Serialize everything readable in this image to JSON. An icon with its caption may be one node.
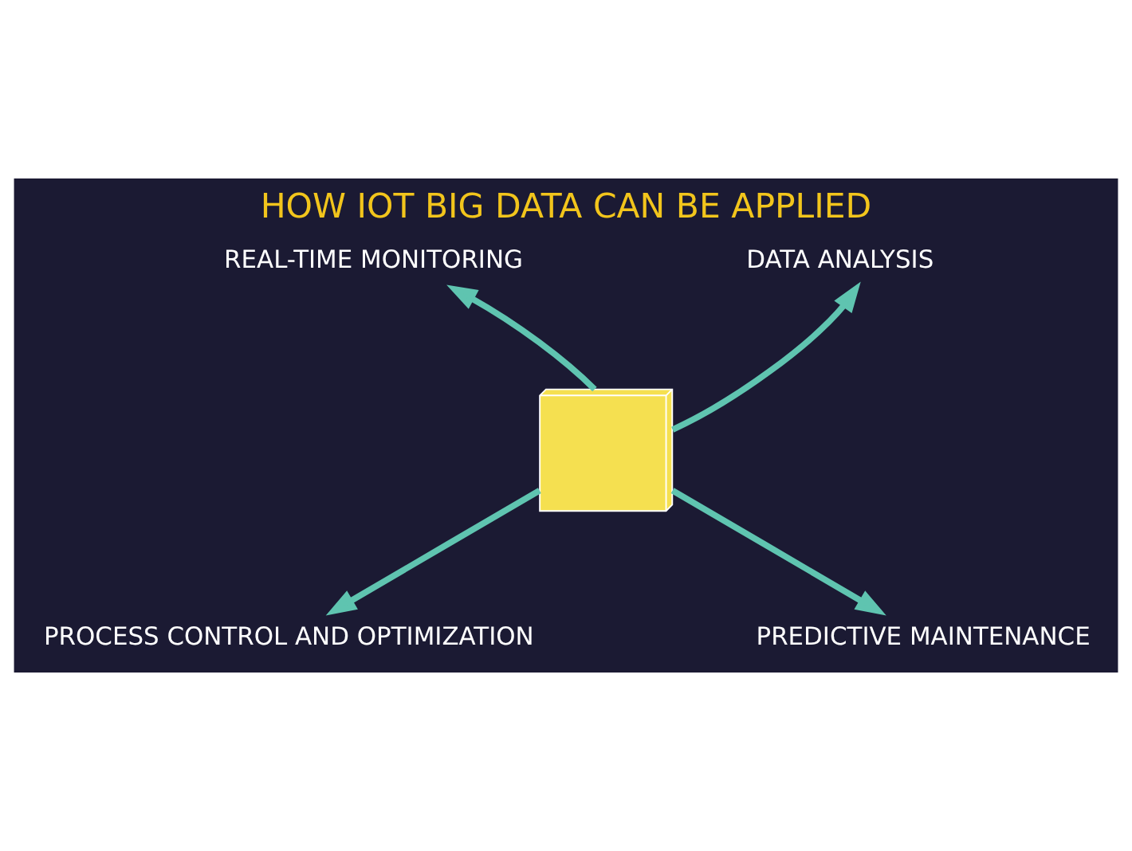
{
  "diagram": {
    "title": "HOW IOT BIG DATA CAN BE APPLIED",
    "nodes": [
      {
        "text": [
          "REAL-TIME MONITORING"
        ]
      },
      {
        "text": [
          "DATA ANALYSIS"
        ]
      },
      {
        "text": [],
        "shape": "picture"
      },
      {
        "text": [
          "PROCESS CONTROL AND OPTIMIZATION"
        ]
      },
      {
        "text": [
          "PREDICTIVE MAINTENANCE"
        ]
      }
    ],
    "edges": [
      {
        "from": 2,
        "to": 0,
        "arrow": "to"
      },
      {
        "from": 2,
        "to": 1,
        "arrow": "to"
      },
      {
        "from": 2,
        "to": 3,
        "arrow": "to"
      },
      {
        "from": 2,
        "to": 4,
        "arrow": "to"
      }
    ]
  }
}
